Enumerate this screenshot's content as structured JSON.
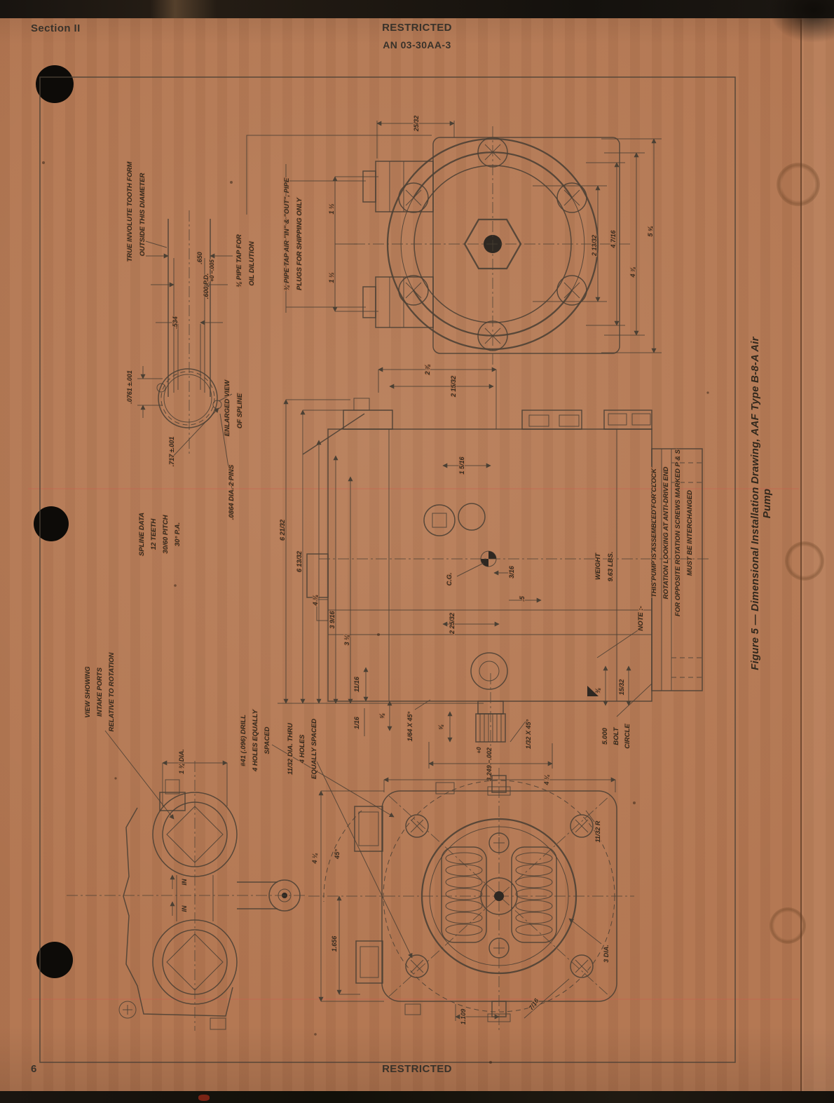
{
  "header": {
    "section": "Section II",
    "classification": "RESTRICTED",
    "doc_number": "AN 03-30AA-3"
  },
  "footer": {
    "page_number": "6",
    "classification": "RESTRICTED"
  },
  "figure": {
    "caption": "Figure 5 — Dimensional Installation Drawing, AAF Type B-8-A Air Pump"
  },
  "spline": {
    "tooth_form_1": "TRUE INVOLUTE TOOTH FORM",
    "tooth_form_2": "OUTSIDE THIS DIAMETER",
    "od": ".650",
    "od_tol": "+0 −.005",
    "pd": ".600 P.D.",
    "root": ".534",
    "tooth_thk": ".0761 ±.001",
    "pin_dim": ".717 ±.001",
    "enlarged_1": "ENLARGED VIEW",
    "enlarged_2": "OF SPLINE",
    "data_1": "SPLINE DATA",
    "data_2": "12 TEETH",
    "data_3": "30/60 PITCH",
    "data_4": "30° P.A.",
    "pins": ".0864 DIA. 2 PINS"
  },
  "end_view": {
    "oil_tap_1": "⅛ PIPE TAP FOR",
    "oil_tap_2": "OIL DILUTION",
    "air_tap_1": "¾ PIPE TAP AIR \"IN\" & \"OUT\", PIPE",
    "air_tap_2": "PLUGS FOR SHIPPING ONLY",
    "d_2532": "25/32",
    "d_1h_a": "1 ½",
    "d_1h_b": "1 ½",
    "d_21332": "2 13/32",
    "d_4716": "4 7/16",
    "d_478": "4 ⅞",
    "d_558": "5 ⅝"
  },
  "side_view": {
    "d_278": "2 ⅞",
    "d_21532": "2 15/32",
    "d_1516": "1 5/16",
    "d_62132": "6 21/32",
    "d_61332": "6 13/32",
    "d_418": "4 ⅛",
    "d_3916": "3 9/16",
    "d_318": "3 ⅛",
    "cg": "C.G.",
    "d_316": "3/16",
    "d_05": ".5",
    "d_22532": "2 25/32",
    "weight_1": "WEIGHT",
    "weight_2": "9.63 LBS.",
    "note_head": "NOTE :-",
    "note_1": "THIS PUMP IS ASSEMBLED FOR CLOCK",
    "note_2": "ROTATION LOOKING AT ANTI-DRIVE END",
    "note_3": "FOR OPPOSITE ROTATION SCREWS MARKED P & S",
    "note_4": "MUST BE INTERCHANGED",
    "d_1116": "11/16",
    "d_116": "1/16",
    "d_58a": "⅝",
    "d_164": "1/64 X 45°",
    "d_58b": "⅝",
    "d_132": "1/32 X 45°",
    "d_3249_tol": "+0",
    "d_3249": "3.249 −.002",
    "d_38": "⅜",
    "d_1532": "15/32",
    "bolt_circle_1": "5.000",
    "bolt_circle_2": "BOLT",
    "bolt_circle_3": "CIRCLE"
  },
  "bottom_view": {
    "drill_1": "#41 (.096) DRILL",
    "drill_2": "4 HOLES EQUALLY",
    "drill_3": "SPACED",
    "thru_1": "11/32 DIA. THRU",
    "thru_2": "4 HOLES",
    "thru_3": "EQUALLY SPACED",
    "d_45": "45°",
    "d_414a": "4 ¼",
    "d_414b": "4 ¼",
    "d_1656": "1.656",
    "d_1109": "1.109",
    "d_1132r": "11/32 R",
    "d_3dia": "3 DIA.",
    "d_716": "7/16"
  },
  "intake_view": {
    "label_1": "VIEW SHOWING",
    "label_2": "INTAKE PORTS",
    "label_3": "RELATIVE TO ROTATION",
    "d_134": "1 ¾ DIA.",
    "in_a": "IN",
    "in_b": "IN"
  },
  "colors": {
    "paper": "#b27550",
    "ink": "#352b20",
    "line": "#4b4034"
  }
}
